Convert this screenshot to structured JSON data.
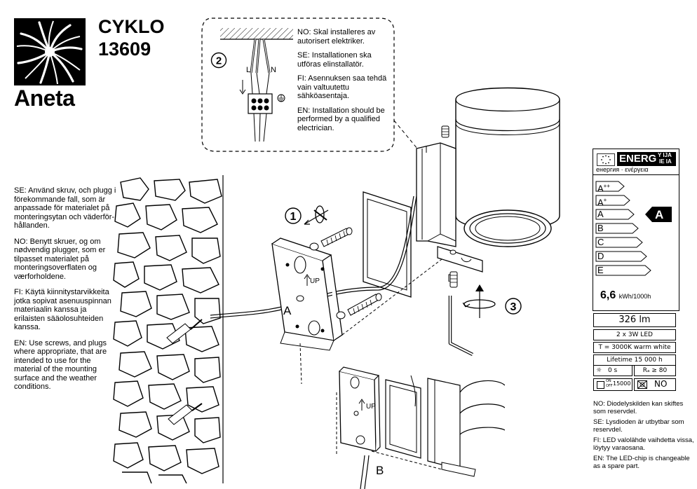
{
  "header": {
    "product_name": "CYKLO",
    "product_code": "13609",
    "brand": "Aneta"
  },
  "install_notice": {
    "step_number": "2",
    "wire_labels": [
      "L",
      "N"
    ],
    "paragraphs": [
      "NO: Skal installeres av autorisert elektriker.",
      "SE: Installationen ska utföras elinstallatör.",
      "FI:  Asennuksen saa tehdä vain valtuutettu sähköasentaja.",
      "EN: Installation should be performed by a qualified electrician."
    ]
  },
  "mounting_notice": {
    "paragraphs": [
      "SE: Använd skruv, och plugg i förekommande fall, som är anpassade för materialet på monteringsytan och väderför- hållanden.",
      "NO: Benytt skruer, og om nødvendig plugger, som er tilpasset materialet på monteringsoverflaten og værforholdene.",
      "FI: Käytä kiinnitystarvikkeita jotka sopivat asenuuspinnan materiaalin kanssa ja erilaisten sääolosuhteiden kanssa.",
      "EN: Use screws, and plugs where appropriate, that are intended to use for the material of the mounting surface and the weather conditions."
    ]
  },
  "diagram": {
    "steps": [
      "1",
      "3"
    ],
    "part_labels": [
      "A",
      "B"
    ],
    "up_label": "UP",
    "up_label_b": "UP"
  },
  "energy_label": {
    "header_main": "ENERG",
    "header_suffix_top": "Y IJA",
    "header_suffix_bottom": "IE IA",
    "header_sub": "енергия · ενέργεια",
    "classes": [
      {
        "label": "A",
        "sup": "++"
      },
      {
        "label": "A",
        "sup": "+"
      },
      {
        "label": "A",
        "sup": ""
      },
      {
        "label": "B",
        "sup": ""
      },
      {
        "label": "C",
        "sup": ""
      },
      {
        "label": "D",
        "sup": ""
      },
      {
        "label": "E",
        "sup": ""
      }
    ],
    "rating": "A",
    "consumption_value": "6,6",
    "consumption_unit": "kWh/1000h"
  },
  "specs": {
    "lumen": "326 lm",
    "leds": "2 x 3W  LED",
    "color_temp": "T = 3000K warm white",
    "lifetime": "Lifetime  15 000 h",
    "warmup": "0 s",
    "ra": "Rₐ ≥ 80",
    "switch_on": "ON",
    "switch_off": "OFF",
    "switch_cycles": "15000",
    "dimmable": "NO"
  },
  "led_notice": {
    "paragraphs": [
      "NO: Diodelyskilden kan skiftes som reservdel.",
      "SE: Lysdioden är utbytbar som reservdel.",
      "FI: LED valolähde vaihdetta vissa, löytyy varaosana.",
      "EN: The LED-chip is changeable as a spare part."
    ]
  },
  "colors": {
    "ink": "#000000",
    "paper": "#ffffff"
  }
}
